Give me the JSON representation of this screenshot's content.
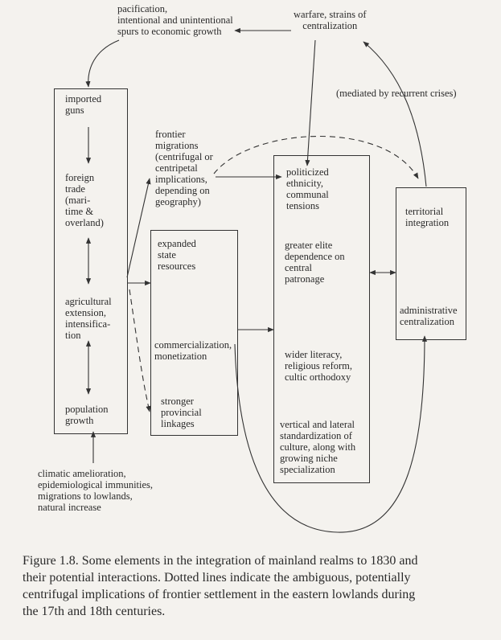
{
  "nodes": {
    "top_left": [
      "pacification,",
      "intentional and unintentional",
      "spurs to economic growth"
    ],
    "top_right": [
      "warfare, strains of",
      "centralization"
    ],
    "mediated": "(mediated by recurrent crises)",
    "frontier": [
      "frontier",
      "migrations",
      "(centrifugal or",
      "centripetal",
      "implications,",
      "depending on",
      "geography)"
    ],
    "box1_a": [
      "imported",
      "guns"
    ],
    "box1_b": [
      "foreign",
      "trade",
      "(mari-",
      "time &",
      "overland)"
    ],
    "box1_c": [
      "agricultural",
      "extension,",
      "intensifica-",
      "tion"
    ],
    "box1_d": [
      "population",
      "growth"
    ],
    "bottom_left": [
      "climatic amelioration,",
      "epidemiological immunities,",
      "migrations to lowlands,",
      "natural increase"
    ],
    "box2_a": [
      "expanded",
      "state",
      "resources"
    ],
    "box2_b": [
      "commercialization,",
      "monetization"
    ],
    "box2_c": [
      "stronger",
      "provincial",
      "linkages"
    ],
    "box3_a": [
      "politicized",
      "ethnicity,",
      "communal",
      "tensions"
    ],
    "box3_b": [
      "greater elite",
      "dependence on",
      "central",
      "patronage"
    ],
    "box3_c": [
      "wider literacy,",
      "religious reform,",
      "cultic orthodoxy"
    ],
    "box3_d": [
      "vertical and lateral",
      "standardization of",
      "culture, along with",
      "growing niche",
      "specialization"
    ],
    "box4_a": [
      "territorial",
      "integration"
    ],
    "box4_b": [
      "administrative",
      "centralization"
    ]
  },
  "caption": [
    "Figure 1.8. Some elements in the integration of mainland realms to 1830 and",
    "their potential interactions. Dotted lines indicate the ambiguous, potentially",
    "centrifugal implications of frontier settlement in the eastern lowlands during",
    "the 17th and 18th centuries."
  ]
}
